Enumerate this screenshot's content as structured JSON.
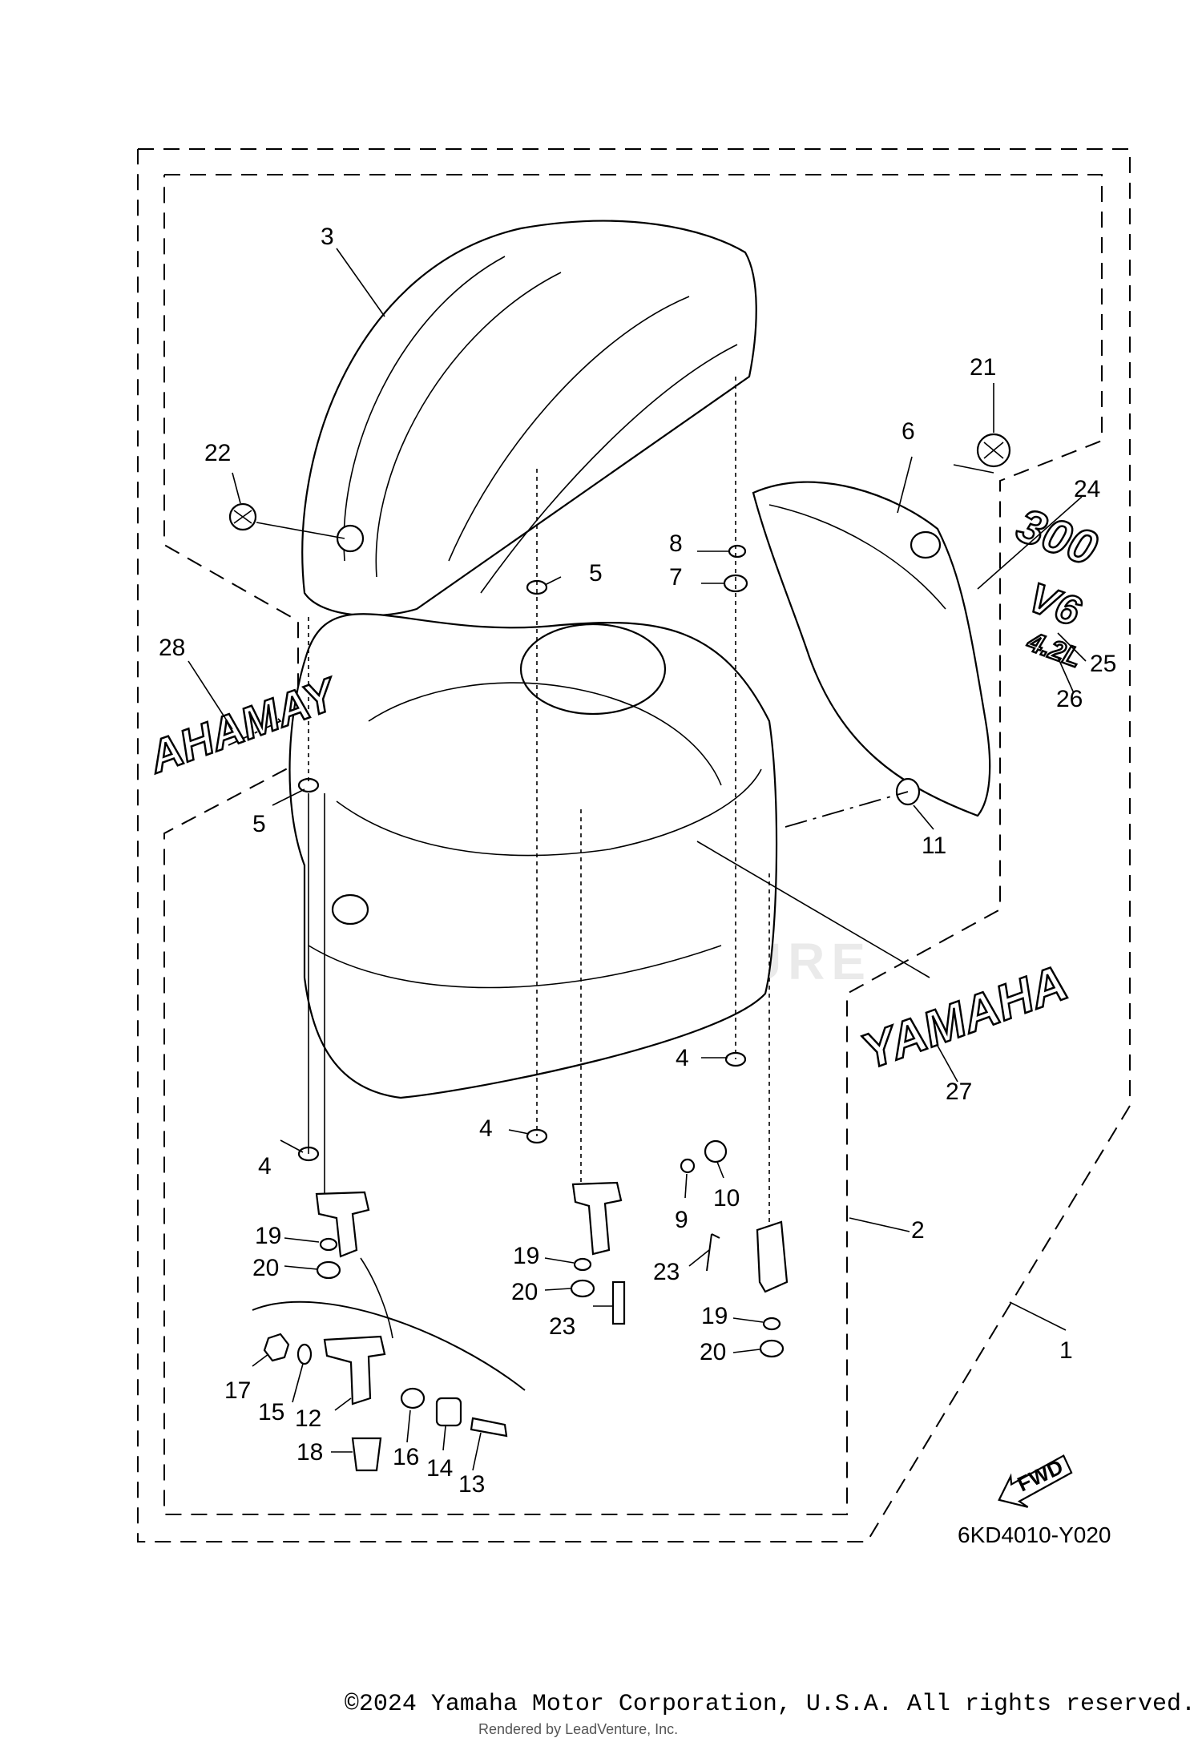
{
  "diagram": {
    "drawing_code": "6KD4010-Y020",
    "fwd_label": "FWD",
    "watermark": "LEADVENTURE",
    "decals": {
      "yamaha_side": "YAMAHA",
      "yamaha_mirror": "AHAMAY",
      "model_300": "300",
      "model_v6": "V6",
      "model_4_2l": "4.2L"
    },
    "callouts": {
      "c1": "1",
      "c2": "2",
      "c3": "3",
      "c4a": "4",
      "c4b": "4",
      "c4c": "4",
      "c5a": "5",
      "c5b": "5",
      "c6": "6",
      "c7": "7",
      "c8": "8",
      "c9": "9",
      "c10": "10",
      "c11": "11",
      "c12": "12",
      "c13": "13",
      "c14": "14",
      "c15": "15",
      "c16": "16",
      "c17": "17",
      "c18": "18",
      "c19a": "19",
      "c19b": "19",
      "c19c": "19",
      "c20a": "20",
      "c20b": "20",
      "c20c": "20",
      "c21": "21",
      "c22": "22",
      "c23a": "23",
      "c23b": "23",
      "c24": "24",
      "c25": "25",
      "c26": "26",
      "c27": "27",
      "c28": "28"
    }
  },
  "footer": {
    "copyright": "©2024 Yamaha Motor Corporation, U.S.A. All rights reserved.",
    "rendered_by": "Rendered by LeadVenture, Inc."
  }
}
